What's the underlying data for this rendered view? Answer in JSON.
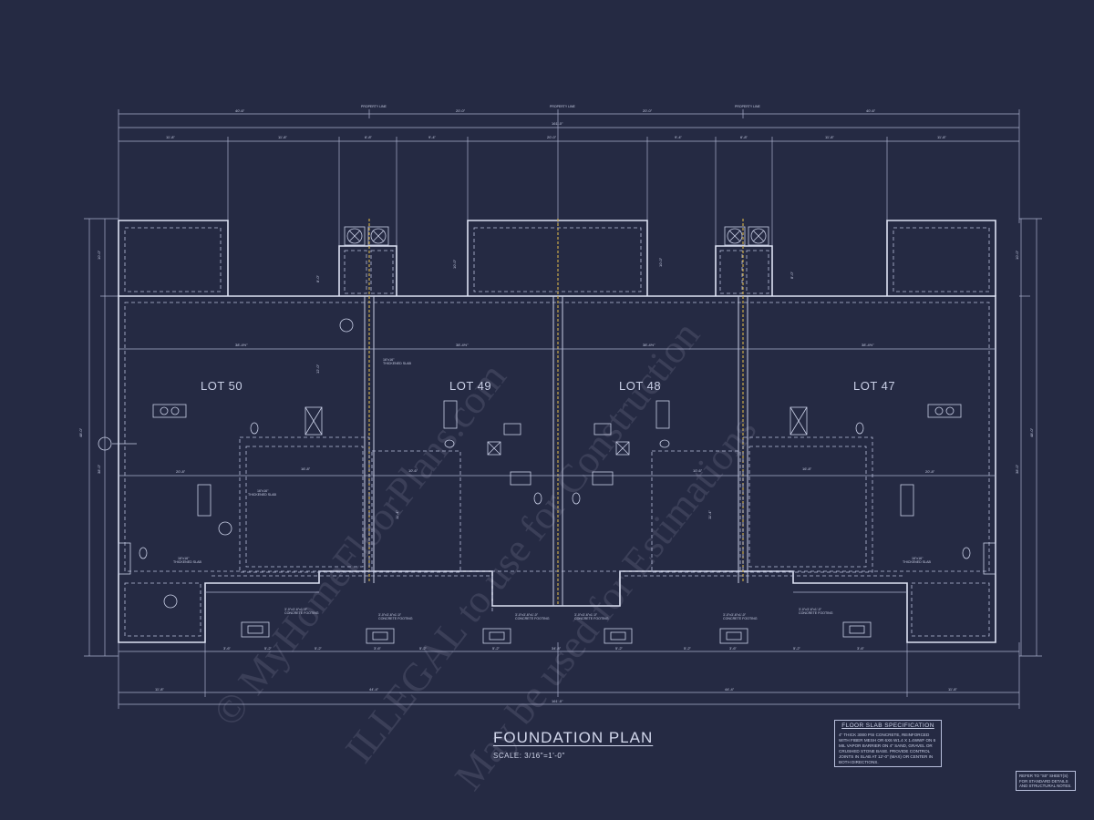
{
  "lots": [
    {
      "label": "LOT 50"
    },
    {
      "label": "LOT 49"
    },
    {
      "label": "LOT 48"
    },
    {
      "label": "LOT 47"
    }
  ],
  "title": "FOUNDATION PLAN",
  "scale": "SCALE: 3/16\"=1'-0\"",
  "spec": {
    "title": "FLOOR SLAB SPECIFICATION",
    "body": "4\" THICK 3000 PSI CONCRETE, REINFORCED WITH FIBER MESH OR 6X6 W1.4 X 1.4WWF ON 6 MIL VAPOR BARRIER ON 4\" SAND, GRAVEL OR CRUSHED STONE BASE. PROVIDE CONTROL JOINTS IN SLAB AT 12'-0\" (MAX) OR CENTER IN BOTH DIRECTIONS."
  },
  "notes": "REFER TO \"S0\" SHEET(S) FOR STANDARD DETAILS AND STRUCTURAL NOTES.",
  "property_line_label": "PROPERTY LINE",
  "thickened_slab_label": "THICKENED SLAB",
  "concrete_footing_label": "CONCRETE FOOTING",
  "watermark_lines": [
    "© MyHomeFloorPlans.com",
    "ILLEGAL to use for Construction",
    "May be used for Estimations"
  ]
}
